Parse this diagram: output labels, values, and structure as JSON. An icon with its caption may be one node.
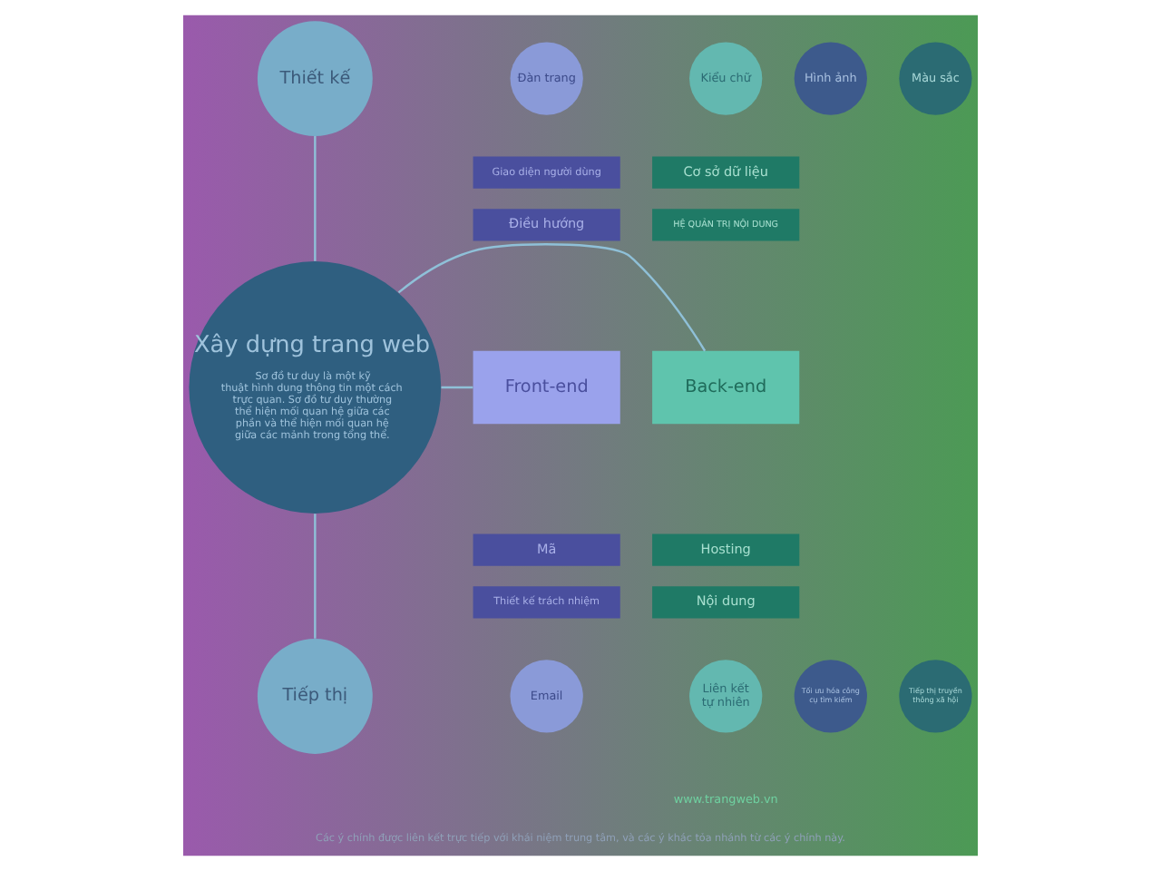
{
  "diagram": {
    "caption": "Các ý chính được liên kết trực tiếp với khái niệm trung tâm, và các ý khác tỏa nhánh từ các ý chính này.",
    "nodes": [
      {
        "text": [
          "Đàn trang"
        ]
      },
      {
        "text": [
          "Hình ảnh"
        ]
      },
      {
        "text": [
          "Thiết kế"
        ]
      },
      {
        "text": [
          "Màu sắc"
        ]
      },
      {
        "text": [
          "Kiểu chữ"
        ]
      },
      {
        "text": [
          "Giao diện người dùng"
        ]
      },
      {
        "text": [
          "Cơ sở dữ liệu"
        ]
      },
      {
        "text": [
          "Điều hướng"
        ]
      },
      {
        "text": [
          "HỆ QUẢN TRỊ NỘI DUNG"
        ]
      },
      {
        "text": [
          "Front-end"
        ]
      },
      {
        "text": [
          "Xây dựng trang web",
          "Sơ đồ tư duy là một kỹ thuật hình dung thông tin một cách trực quan. Sơ đồ tư duy thường thể hiện mối quan hệ giữa các phần và thể hiện mối quan hệ giữa các mảnh trong tổng thể."
        ]
      },
      {
        "text": [
          "Back-end"
        ]
      },
      {
        "text": [
          "Mã"
        ]
      },
      {
        "text": [
          "Hosting"
        ]
      },
      {
        "text": [
          "Thiết kế trách nhiệm"
        ]
      },
      {
        "text": [
          "Nội dung"
        ]
      },
      {
        "text": [
          "Email"
        ]
      },
      {
        "text": [
          "Tối ưu hóa công cụ tìm kiếm"
        ]
      },
      {
        "text": [
          "Tiếp thị"
        ]
      },
      {
        "text": [
          "Tiếp thị truyền thông xã hội"
        ]
      },
      {
        "text": [
          "Liên kết tự nhiên"
        ]
      }
    ],
    "edges": [
      {
        "from": 10,
        "to": 2,
        "arrow": "none"
      },
      {
        "from": 10,
        "to": 9,
        "arrow": "none"
      },
      {
        "from": 10,
        "to": 11,
        "arrow": "none"
      },
      {
        "from": 10,
        "to": 18,
        "arrow": "none"
      }
    ],
    "labels": [
      "www.trangweb.vn"
    ]
  }
}
